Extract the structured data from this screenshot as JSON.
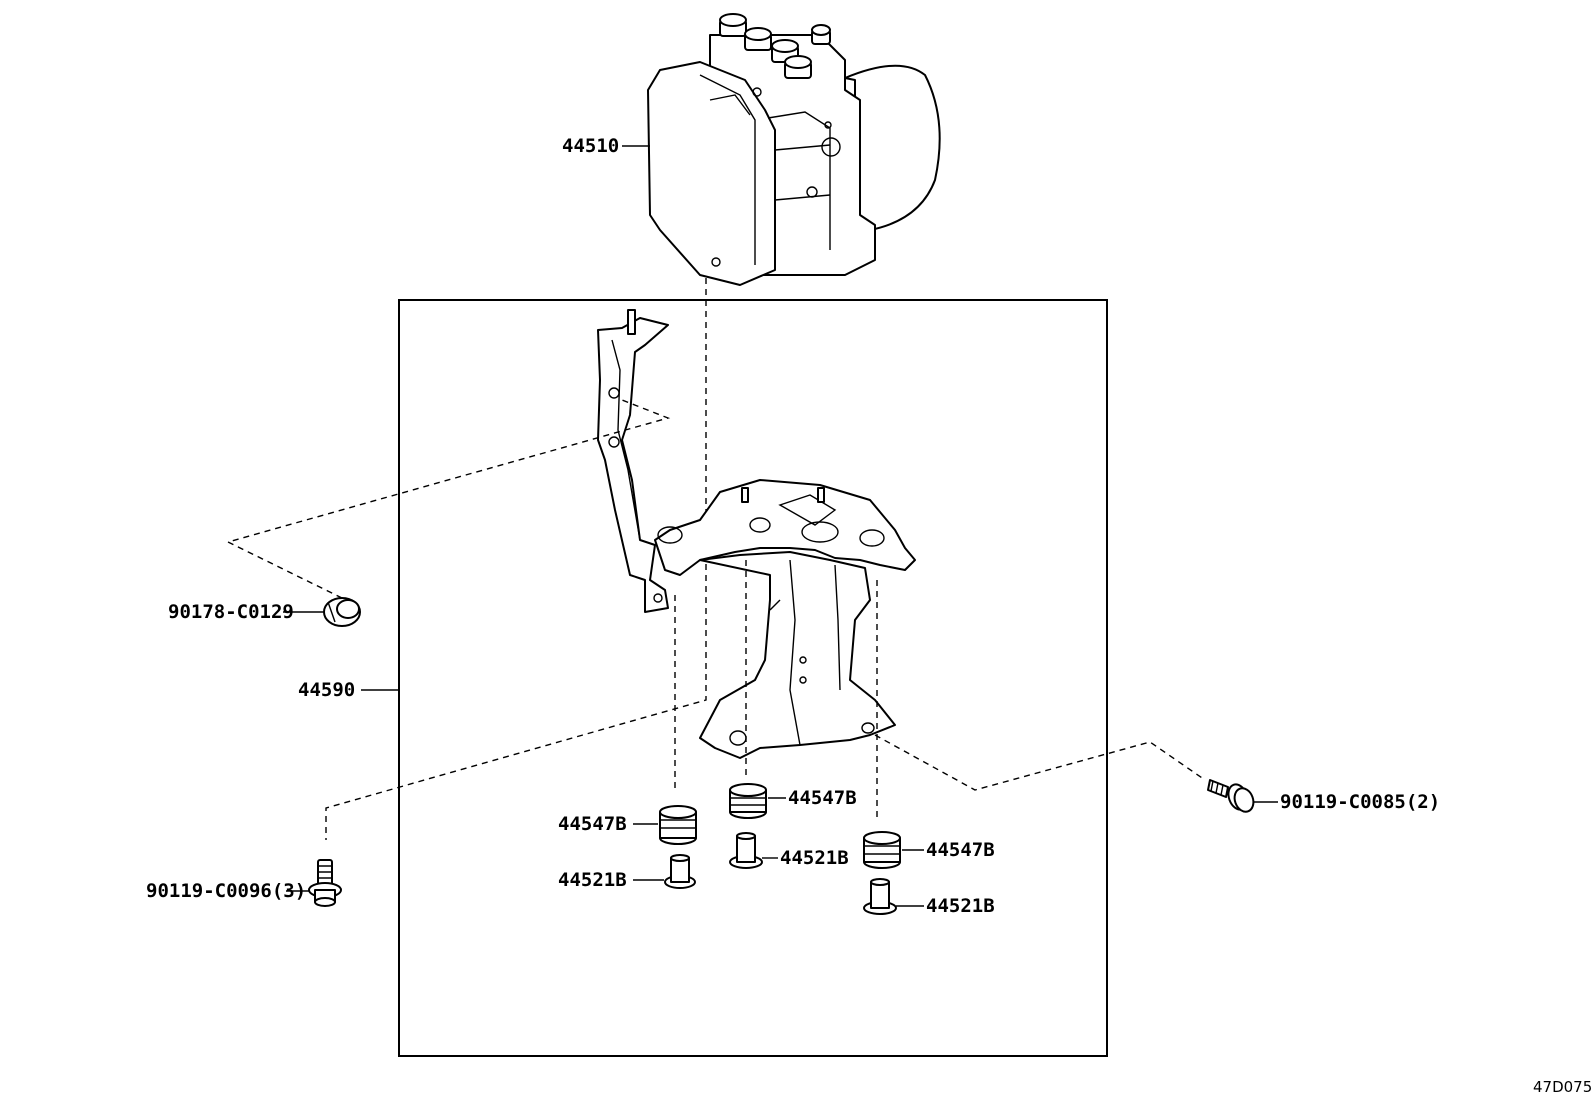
{
  "labels": {
    "p44510": "44510",
    "p44590": "44590",
    "p90178": "90178-C0129",
    "p90119_0096": "90119-C0096(3)",
    "p90119_0085": "90119-C0085(2)",
    "p44547B_a": "44547B",
    "p44547B_b": "44547B",
    "p44547B_c": "44547B",
    "p44521B_a": "44521B",
    "p44521B_b": "44521B",
    "p44521B_c": "44521B",
    "figure_code": "47D075"
  }
}
